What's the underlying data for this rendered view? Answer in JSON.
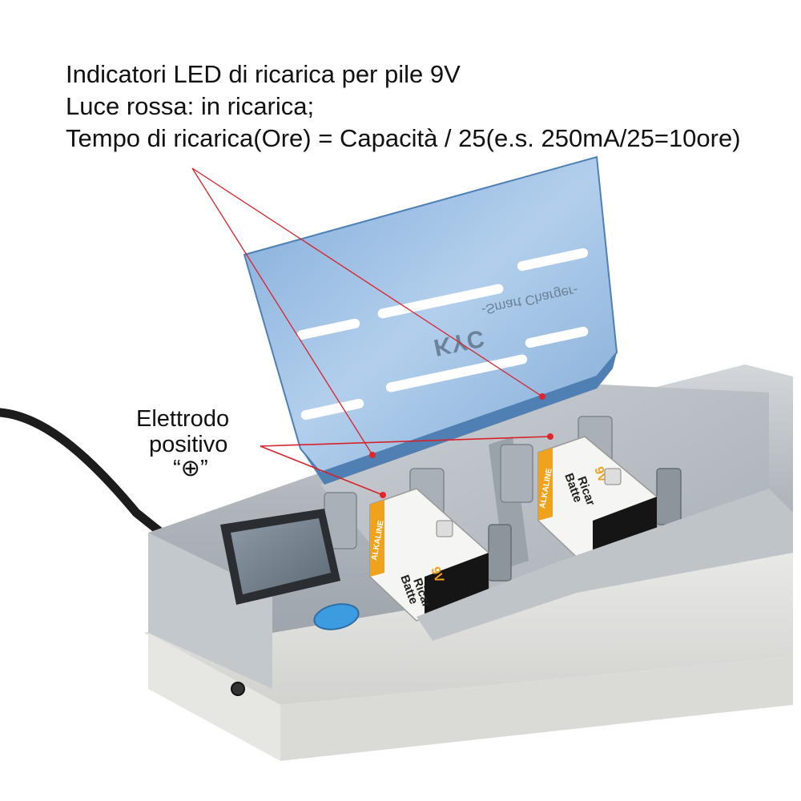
{
  "caption": {
    "line1": "Indicatori LED di ricarica per pile 9V",
    "line2": "Luce rossa: in ricarica;",
    "line3": "Tempo di ricarica(Ore) = Capacità / 25(e.s. 250mA/25=10ore)"
  },
  "callout": {
    "line1": "Elettrodo",
    "line2": "positivo",
    "line3": "“⊕”"
  },
  "lid_brand": "KYC",
  "lid_tagline": "-Smart Charger-",
  "battery_label": {
    "band": "ALKALINE",
    "name_line1": "Batte",
    "name_line2": "Ricar",
    "voltage": "9V"
  },
  "colors": {
    "lid_blue": "#8fb6df",
    "body_silver": "#b9bec3",
    "led_red": "#e2262a",
    "callout_line": "#d8222a",
    "button_blue": "#3d9be0",
    "battery_orange": "#f0a21c"
  }
}
